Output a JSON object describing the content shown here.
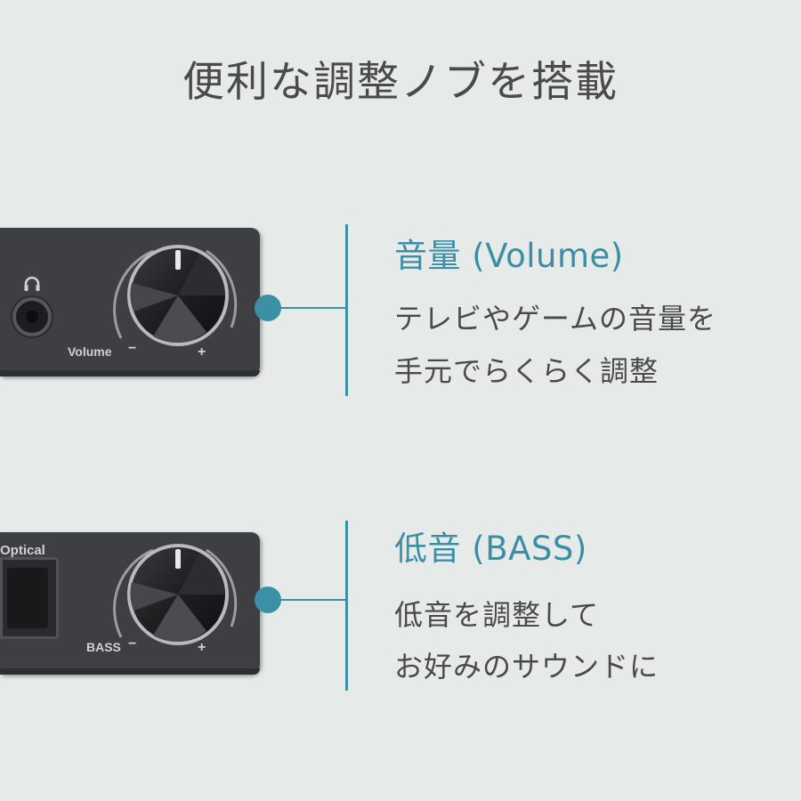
{
  "page": {
    "title": "便利な調整ノブを搭載"
  },
  "volume_section": {
    "heading": "音量 (Volume)",
    "description_lines": [
      "テレビやゲームの音量を",
      "手元でらくらく調整"
    ],
    "panel_label": "Volume",
    "minus_sign": "−",
    "plus_sign": "+",
    "icon": "headphone-icon"
  },
  "bass_section": {
    "heading": "低音 (BASS)",
    "description_lines": [
      "低音を調整して",
      "お好みのサウンドに"
    ],
    "panel_label": "BASS",
    "minus_sign": "−",
    "plus_sign": "+",
    "port_label": "Optical"
  },
  "colors": {
    "background": "#e6eae9",
    "accent": "#3c8ea4",
    "title_text": "#4a4a4a",
    "device_body": "#3d3f43"
  }
}
